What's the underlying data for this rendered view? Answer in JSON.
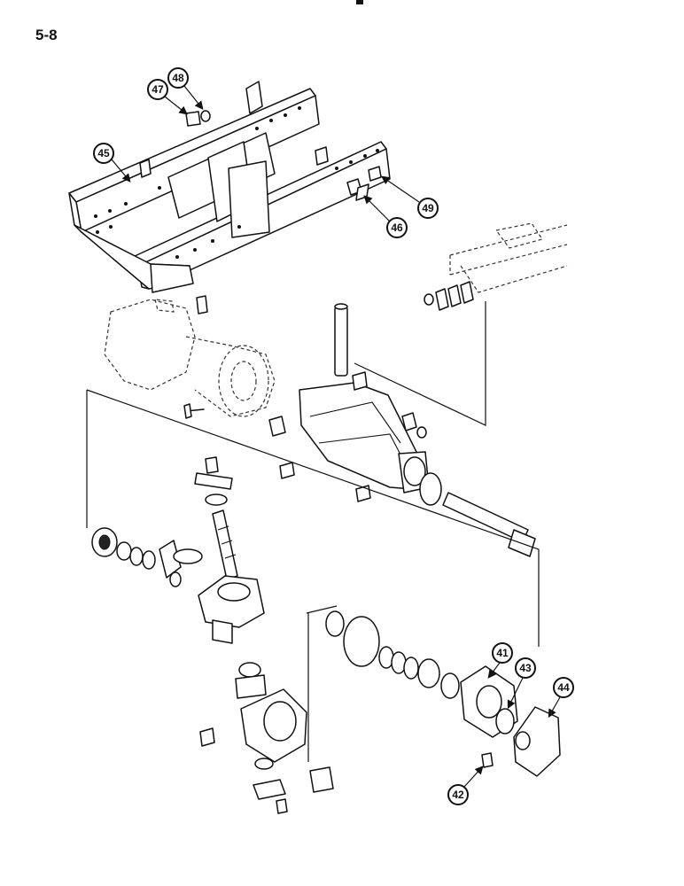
{
  "page": {
    "number": "5-8"
  },
  "callouts": [
    {
      "id": "41",
      "label": "41"
    },
    {
      "id": "42",
      "label": "42"
    },
    {
      "id": "43",
      "label": "43"
    },
    {
      "id": "44",
      "label": "44"
    },
    {
      "id": "45",
      "label": "45"
    },
    {
      "id": "46",
      "label": "46"
    },
    {
      "id": "47",
      "label": "47"
    },
    {
      "id": "48",
      "label": "48"
    },
    {
      "id": "49",
      "label": "49"
    }
  ]
}
